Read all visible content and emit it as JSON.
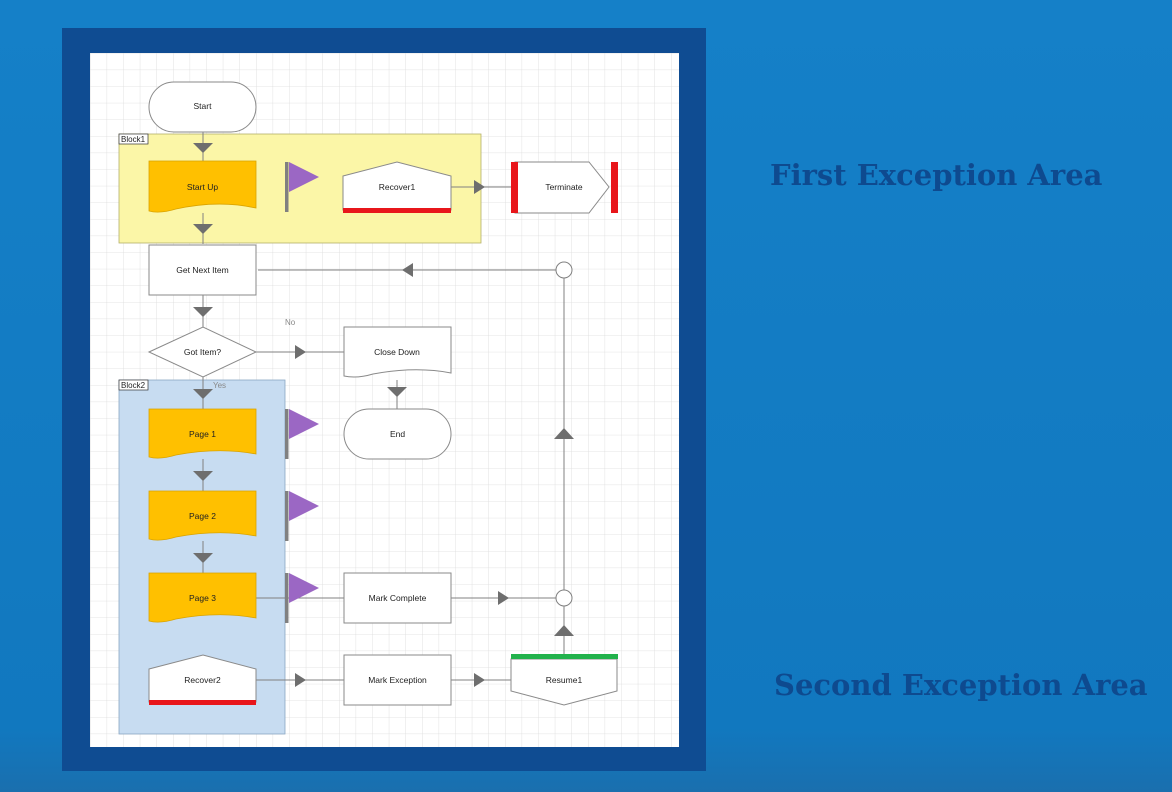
{
  "captions": {
    "first": "First Exception Area",
    "second": "Second Exception Area"
  },
  "blocks": {
    "block1": "Block1",
    "block2": "Block2"
  },
  "nodes": {
    "start": "Start",
    "start_up": "Start Up",
    "recover1": "Recover1",
    "terminate": "Terminate",
    "get_next_item": "Get Next Item",
    "got_item": "Got Item?",
    "close_down": "Close Down",
    "end": "End",
    "page1": "Page 1",
    "page2": "Page 2",
    "page3": "Page 3",
    "mark_complete": "Mark Complete",
    "recover2": "Recover2",
    "mark_exception": "Mark Exception",
    "resume1": "Resume1"
  },
  "labels": {
    "no": "No",
    "yes": "Yes"
  },
  "colors": {
    "background": "#1580c8",
    "frame": "#0f4c92",
    "block1_fill": "#fbf6a7",
    "block2_fill": "#c7dcf1",
    "page_fill": "#ffc000",
    "exception_flag": "#9b67c4",
    "recover_bar": "#e8161b",
    "resume_bar": "#22b24c",
    "connector": "#808080"
  },
  "icons": {
    "exception_stage": "flag-icon",
    "recover_stage": "recover-icon",
    "resume_stage": "resume-icon"
  }
}
